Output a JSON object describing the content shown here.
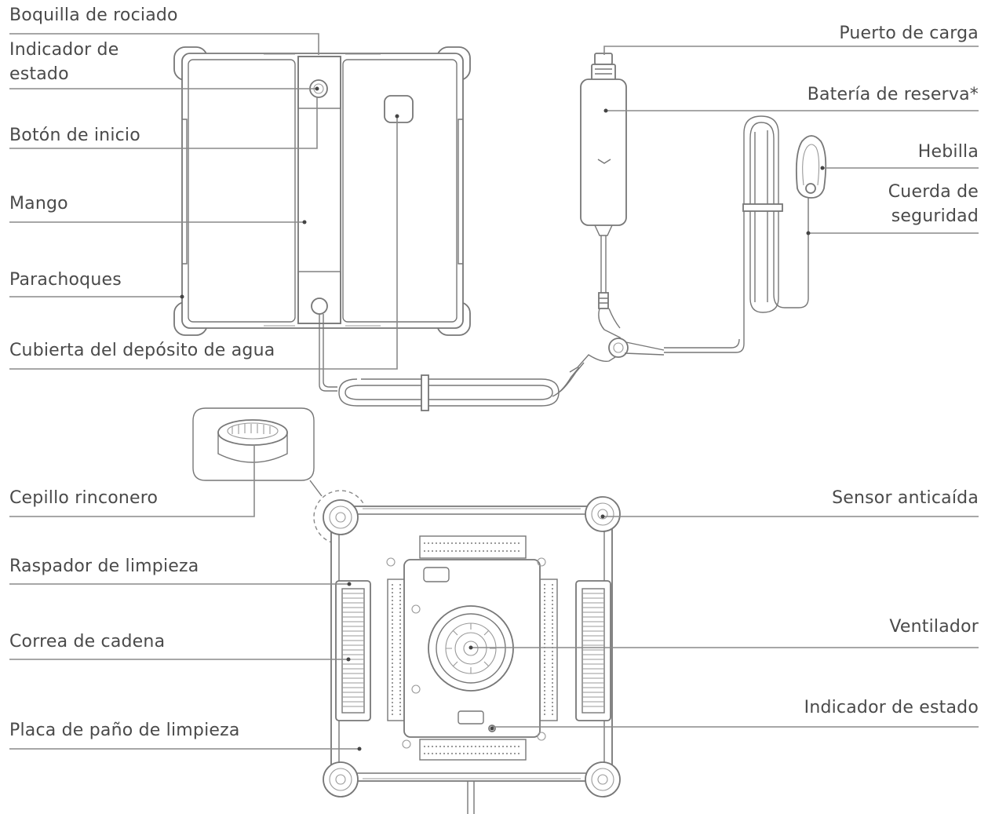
{
  "labels": {
    "spray_nozzle": "Boquilla de rociado",
    "status_indicator_1": "Indicador de",
    "status_indicator_2": "estado",
    "start_button": "Botón de inicio",
    "handle": "Mango",
    "bumper": "Parachoques",
    "water_tank_cover": "Cubierta del depósito de agua",
    "charging_port": "Puerto de carga",
    "backup_battery": "Batería de reserva*",
    "buckle": "Hebilla",
    "safety_rope_1": "Cuerda de",
    "safety_rope_2": "seguridad",
    "corner_brush": "Cepillo rinconero",
    "cleaning_scraper": "Raspador de limpieza",
    "chain_belt": "Correa de cadena",
    "cleaning_pad_plate": "Placa de paño de limpieza",
    "anti_fall_sensor": "Sensor anticaída",
    "fan": "Ventilador",
    "status_indicator_bottom": "Indicador de estado"
  },
  "colors": {
    "text": "#4a4a4a",
    "line": "#8a8a8a",
    "drawing": "#777777"
  }
}
